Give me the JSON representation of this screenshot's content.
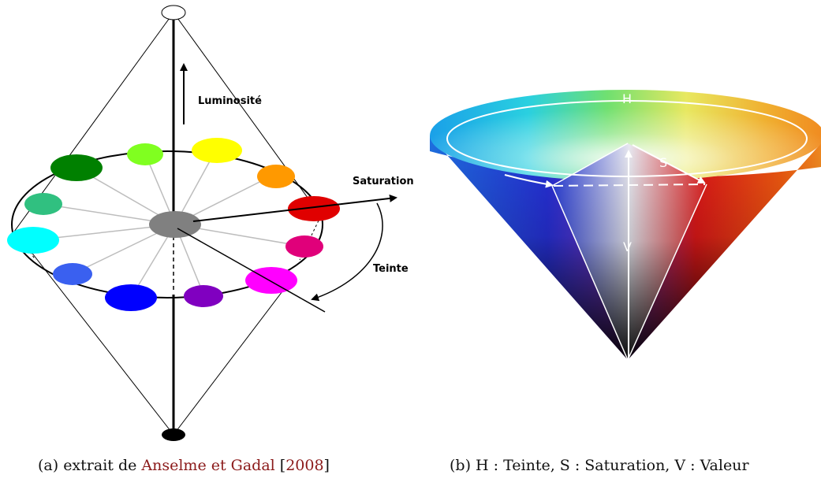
{
  "diagram_a": {
    "label_luminosity": "Luminosité",
    "label_saturation": "Saturation",
    "label_hue": "Teinte",
    "top_color": "#ffffff",
    "bottom_color": "#000000",
    "center_color": "#808080",
    "hue_wheel_colors": [
      "#e00000",
      "#ff9900",
      "#ffff00",
      "#80ff20",
      "#008000",
      "#30c080",
      "#00ffff",
      "#3a60f0",
      "#0000ff",
      "#8000c0",
      "#ff00ff",
      "#e0007a"
    ]
  },
  "diagram_b": {
    "label_h": "H",
    "label_s": "S",
    "label_v": "V"
  },
  "captions": {
    "a_prefix": "(a) extrait de ",
    "a_authors": "Anselme et Gadal",
    "a_open": " [",
    "a_year": "2008",
    "a_close": "]",
    "b_text": "(b) H : Teinte, S : Saturation, V : Valeur"
  }
}
